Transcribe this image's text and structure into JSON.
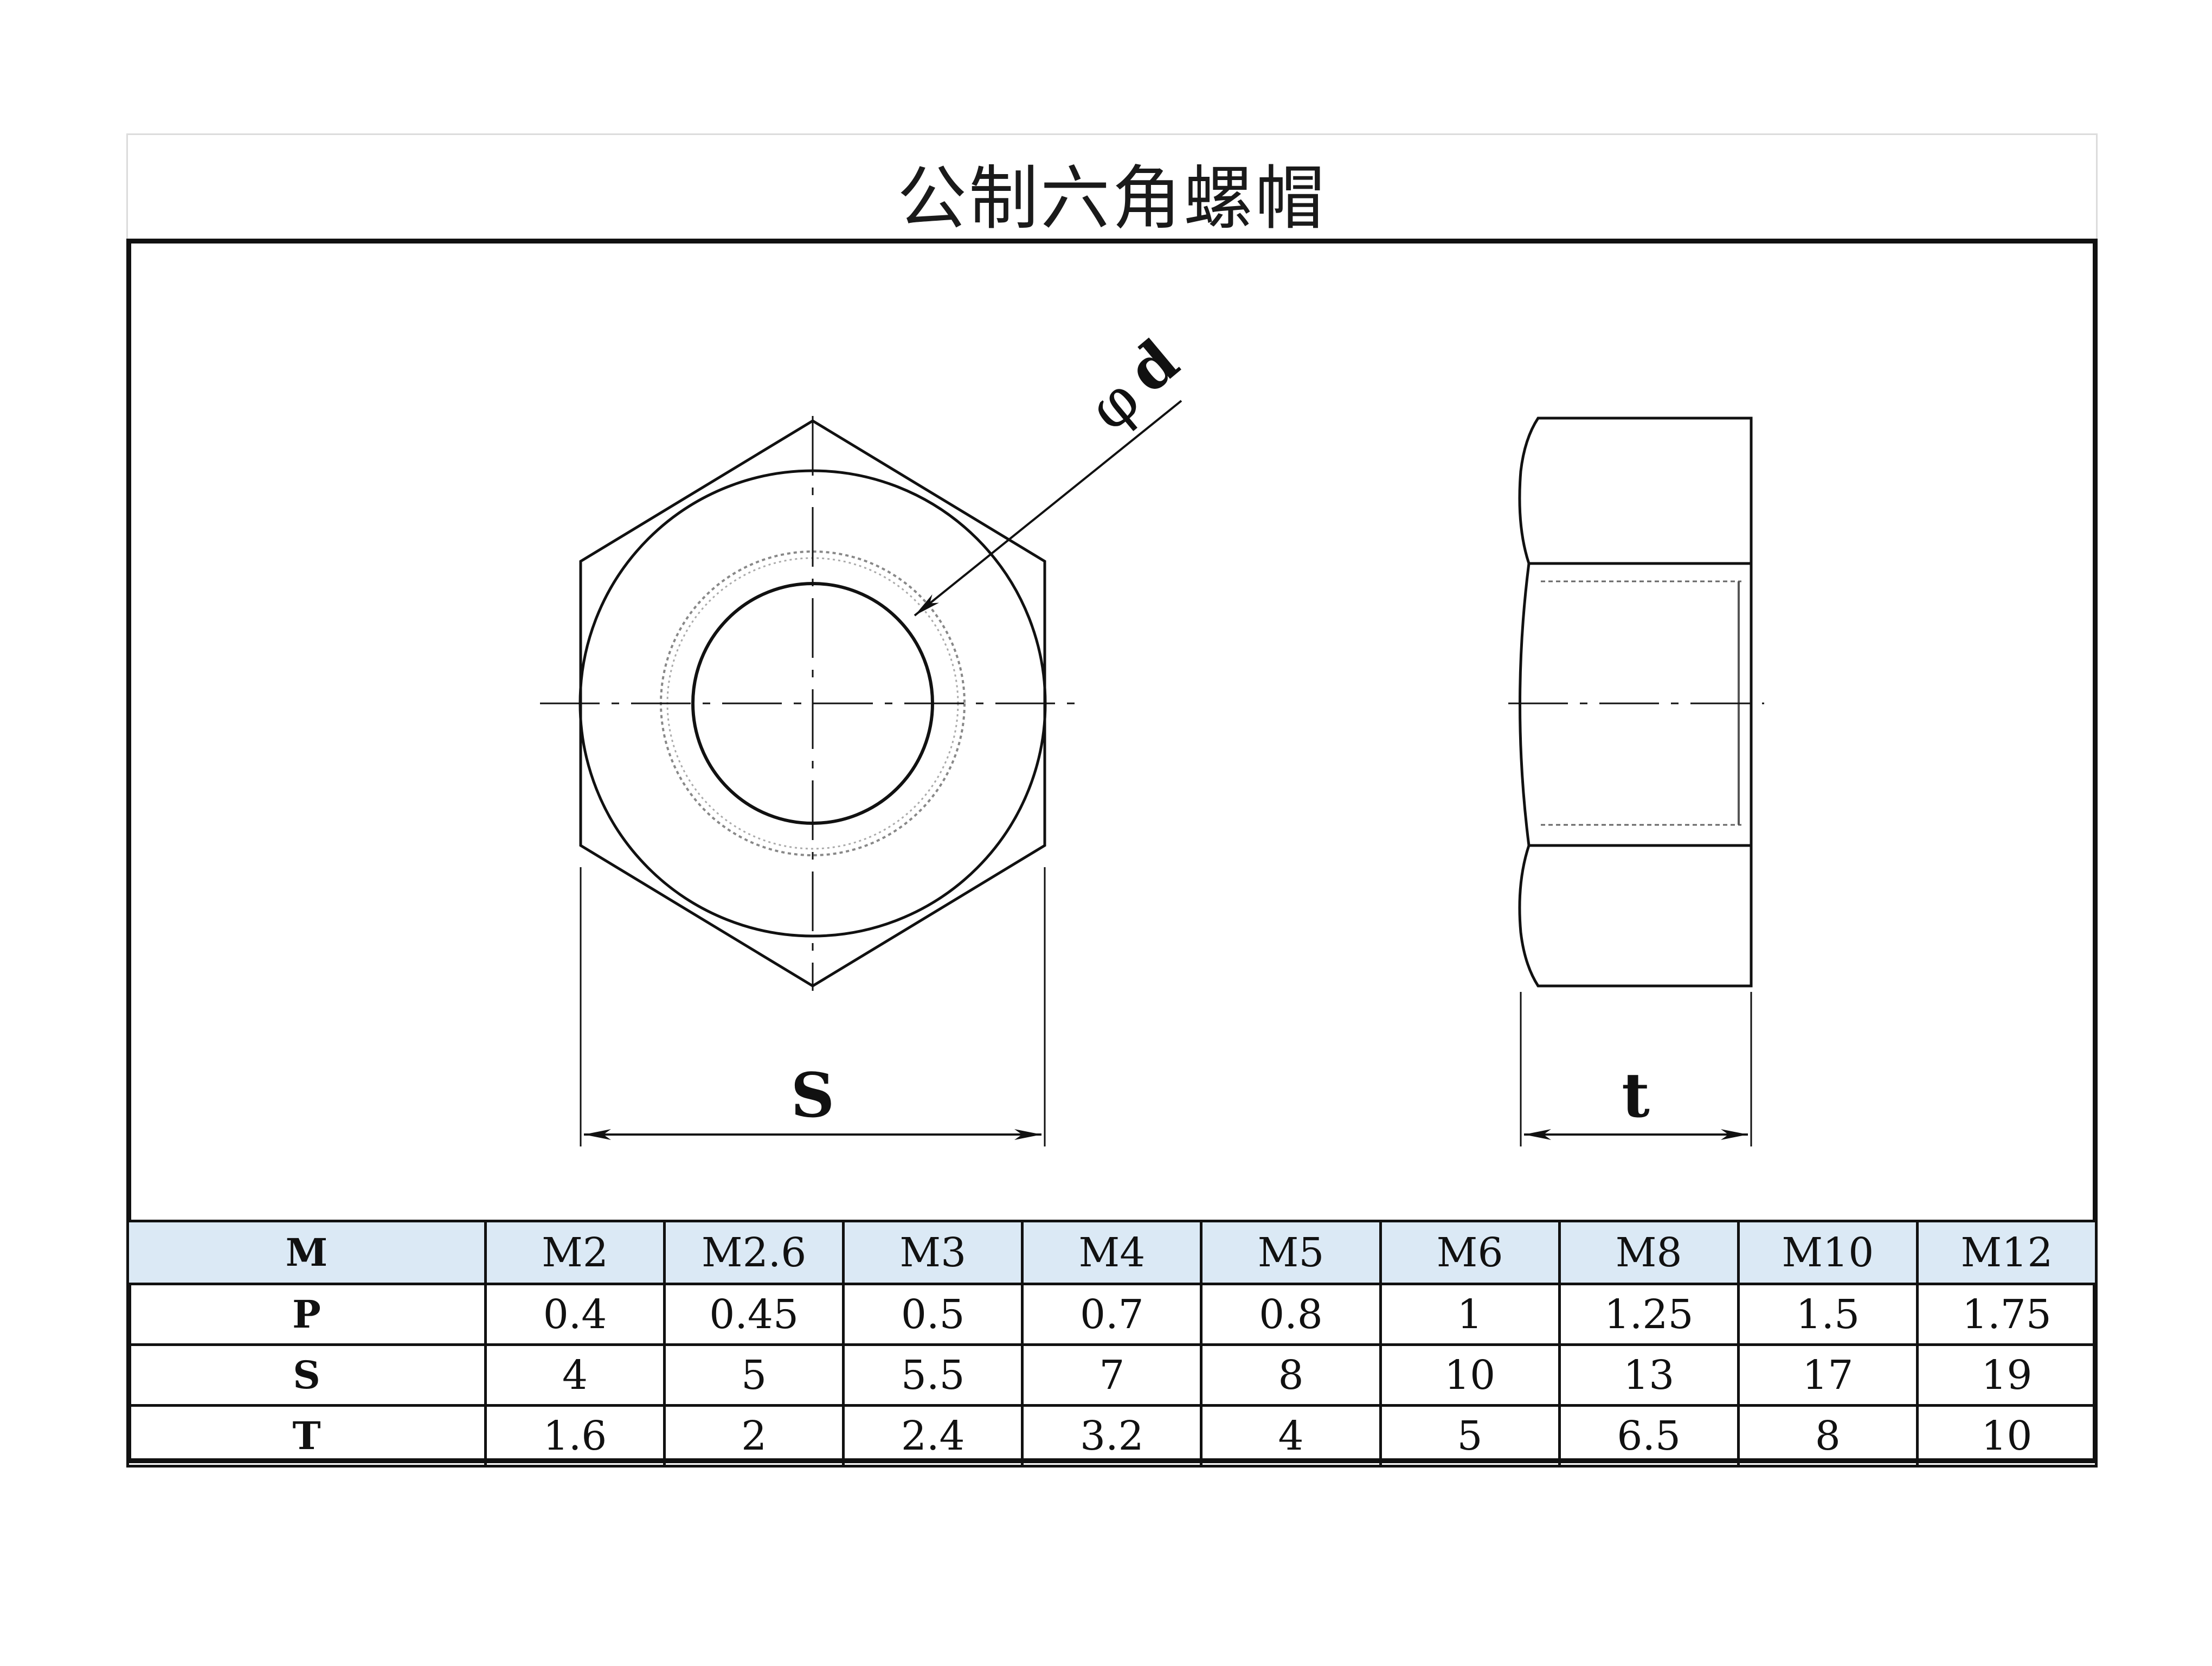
{
  "title": "公制六角螺帽",
  "labels": {
    "diameter_symbol": "φ",
    "diameter_letter": "d",
    "width_across_flats": "S",
    "thickness": "t"
  },
  "table": {
    "columns": [
      "M",
      "M2",
      "M2.6",
      "M3",
      "M4",
      "M5",
      "M6",
      "M8",
      "M10",
      "M12"
    ],
    "rows": [
      {
        "label": "P",
        "values": [
          "0.4",
          "0.45",
          "0.5",
          "0.7",
          "0.8",
          "1",
          "1.25",
          "1.5",
          "1.75"
        ]
      },
      {
        "label": "S",
        "values": [
          "4",
          "5",
          "5.5",
          "7",
          "8",
          "10",
          "13",
          "17",
          "19"
        ]
      },
      {
        "label": "T",
        "values": [
          "1.6",
          "2",
          "2.4",
          "3.2",
          "4",
          "5",
          "6.5",
          "8",
          "10"
        ]
      }
    ]
  },
  "colors": {
    "header_row_bg": "#dbe9f5",
    "line": "#111111"
  }
}
